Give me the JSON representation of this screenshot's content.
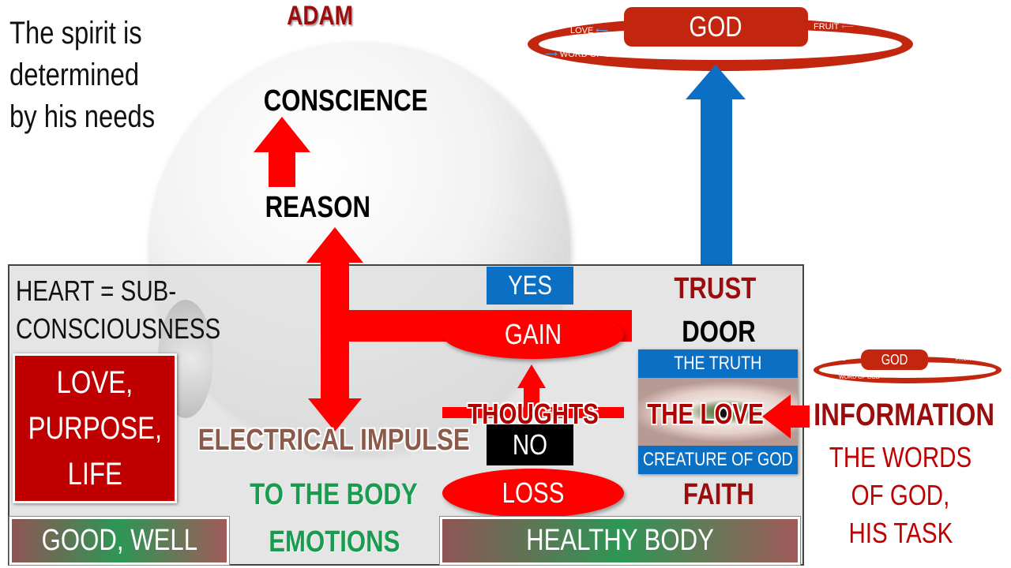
{
  "intro_text": [
    "The spirit is",
    "determined",
    "by his needs"
  ],
  "person_label": "ADAM",
  "conscience": "CONSCIENCE",
  "reason": "REASON",
  "heart_label": [
    "HEART = SUB-",
    "CONSCIOUSNESS"
  ],
  "values_box": [
    "LOVE,",
    "PURPOSE,",
    "LIFE"
  ],
  "electrical_impulse": "ELECTRICAL IMPULSE",
  "to_the_body": "TO THE BODY",
  "emotions": "EMOTIONS",
  "good_well": "GOOD, WELL",
  "healthy_body": "HEALTHY BODY",
  "yes": "YES",
  "gain": "GAIN",
  "thoughts": "THOUGHTS",
  "no": "NO",
  "loss": "LOSS",
  "trust": "TRUST",
  "door": "DOOR",
  "faith": "FAITH",
  "eye_panel": {
    "top": "THE TRUTH",
    "center": "THE LOVE",
    "bottom": "CREATURE OF GOD"
  },
  "information": "INFORMATION",
  "words_of_god": [
    "THE WORDS",
    "OF GOD,",
    "HIS TASK"
  ],
  "god_ring": {
    "title": "GOD",
    "love": "LOVE",
    "fruit": "FRUIT",
    "word": "WORD OF GOD"
  },
  "god_ring_small": {
    "title": "GOD",
    "love": "LOVE",
    "fruit": "FRUIT",
    "word": "WORD OF GOD"
  },
  "colors": {
    "red": "#ff0000",
    "dark_red": "#9b0d0d",
    "blue": "#0b6fc4",
    "green": "#1a9c50",
    "brown": "#8b5a4a",
    "ring": "#c3260f"
  }
}
